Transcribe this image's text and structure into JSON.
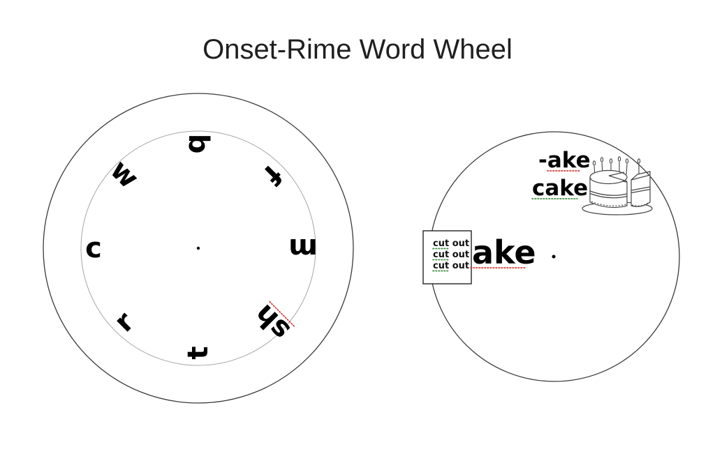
{
  "page": {
    "title": "Onset-Rime Word Wheel"
  },
  "bottom_wheel": {
    "description": "onset wheel with letters arranged around inner circle",
    "onsets": [
      {
        "label": "b",
        "position_deg": 90,
        "underline": "none"
      },
      {
        "label": "w",
        "position_deg": 135,
        "underline": "none"
      },
      {
        "label": "f",
        "position_deg": 45,
        "underline": "none"
      },
      {
        "label": "c",
        "position_deg": 180,
        "underline": "none"
      },
      {
        "label": "m",
        "position_deg": 0,
        "underline": "none"
      },
      {
        "label": "r",
        "position_deg": 225,
        "underline": "none"
      },
      {
        "label": "sh",
        "position_deg": 315,
        "underline": "red-dotted"
      },
      {
        "label": "t",
        "position_deg": 270,
        "underline": "none"
      }
    ]
  },
  "top_wheel": {
    "rime_heading": "-ake",
    "rime_heading_underline": "red-dotted",
    "example_word": "cake",
    "example_word_underline": "green-dotted",
    "window_rime": "ake",
    "window_rime_underline": "red-dotted",
    "cut_out_labels": [
      "cut out",
      "cut out",
      "cut out"
    ],
    "cut_out_underline": "green-dotted",
    "illustration": "birthday-cake"
  },
  "colors": {
    "red_dotted": "#cf3a32",
    "green_dotted": "#3e8e41",
    "outline_dark": "#3a3a3a",
    "outline_light": "#a6a6a6",
    "text": "#111111"
  }
}
